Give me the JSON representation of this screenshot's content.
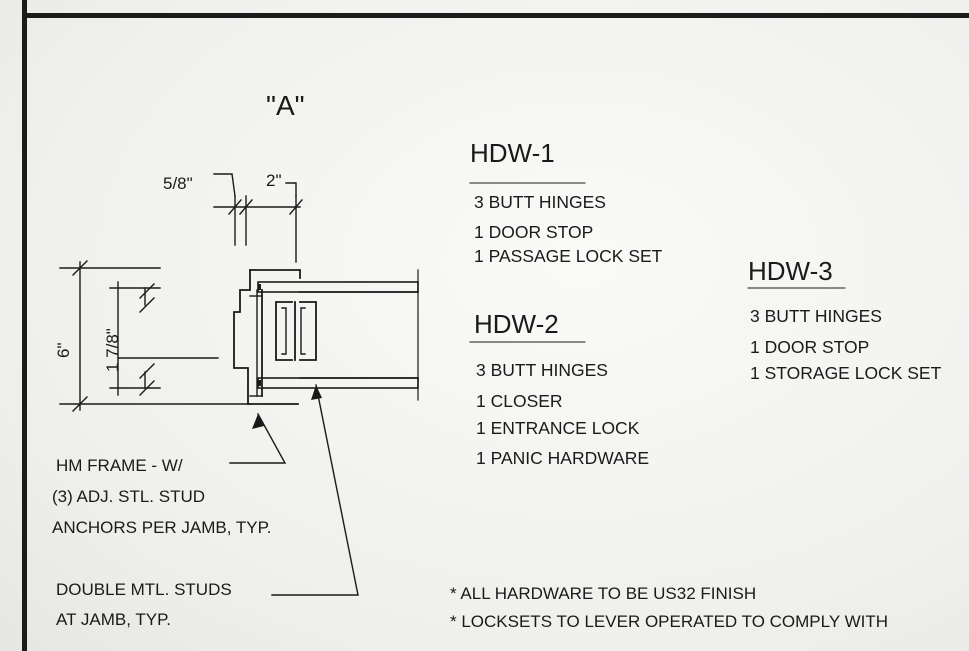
{
  "detail": {
    "title": "\"A\"",
    "dim_top_left": "5/8\"",
    "dim_top_right": "2\"",
    "dim_left_outer": "6\"",
    "dim_left_inner": "1 7/8\""
  },
  "notes": {
    "frame": [
      "HM FRAME - W/",
      "(3) ADJ. STL. STUD",
      "ANCHORS PER JAMB, TYP."
    ],
    "studs": [
      "DOUBLE MTL. STUDS",
      "AT JAMB, TYP."
    ]
  },
  "hardware": [
    {
      "title": "HDW-1",
      "items": [
        "3  BUTT HINGES",
        "1  DOOR STOP",
        "1  PASSAGE LOCK SET"
      ]
    },
    {
      "title": "HDW-2",
      "items": [
        "3  BUTT HINGES",
        "1  CLOSER",
        "1  ENTRANCE LOCK",
        "1  PANIC HARDWARE"
      ]
    },
    {
      "title": "HDW-3",
      "items": [
        "3  BUTT HINGES",
        "1  DOOR STOP",
        "1 STORAGE  LOCK SET"
      ]
    }
  ],
  "footnotes": [
    "* ALL HARDWARE TO BE US32 FINISH",
    "* LOCKSETS TO LEVER OPERATED TO COMPLY WITH"
  ]
}
